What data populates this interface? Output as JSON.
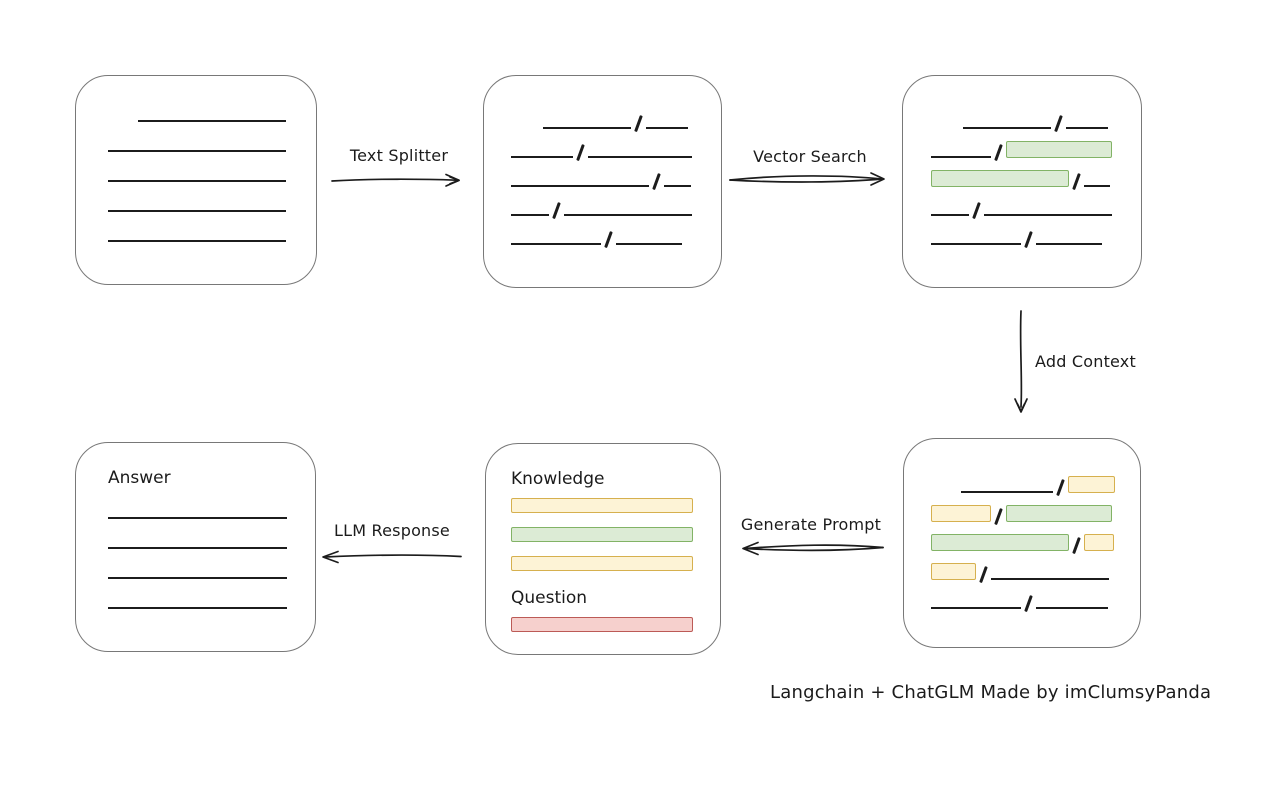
{
  "caption": "Langchain + ChatGLM Made by imClumsyPanda",
  "colors": {
    "text": "#1b1b1b",
    "line": "#1c1c1c",
    "box_border": "#787878",
    "green_fill": "#dcebd5",
    "green_stroke": "#82b366",
    "yellow_fill": "#fdf3d6",
    "yellow_stroke": "#d6b04e",
    "red_fill": "#f6d0cd",
    "red_stroke": "#bc5a56"
  },
  "arrows": {
    "text_splitter": "Text Splitter",
    "vector_search": "Vector Search",
    "add_context": "Add Context",
    "generate_prompt": "Generate Prompt",
    "llm_response": "LLM Response"
  },
  "document_box": {
    "lines": [
      {
        "indent": 30,
        "w": 148
      },
      {
        "w": 178
      },
      {
        "w": 178
      },
      {
        "w": 178
      },
      {
        "w": 178
      }
    ]
  },
  "chunks_box": {
    "rows": [
      {
        "indent": 32,
        "segs": [
          [
            "line",
            88
          ],
          [
            "slash"
          ],
          [
            "line",
            42
          ]
        ]
      },
      {
        "segs": [
          [
            "line",
            62
          ],
          [
            "slash"
          ],
          [
            "line",
            104
          ]
        ]
      },
      {
        "segs": [
          [
            "line",
            138
          ],
          [
            "slash"
          ],
          [
            "line",
            27
          ]
        ]
      },
      {
        "segs": [
          [
            "line",
            38
          ],
          [
            "slash"
          ],
          [
            "line",
            128
          ]
        ]
      },
      {
        "segs": [
          [
            "line",
            90
          ],
          [
            "slash"
          ],
          [
            "line",
            66
          ]
        ]
      }
    ]
  },
  "matched_box": {
    "rows": [
      {
        "indent": 32,
        "segs": [
          [
            "line",
            88
          ],
          [
            "slash"
          ],
          [
            "line",
            42
          ]
        ]
      },
      {
        "segs": [
          [
            "line",
            60
          ],
          [
            "slash"
          ],
          [
            "green",
            106
          ]
        ]
      },
      {
        "segs": [
          [
            "green",
            138
          ],
          [
            "slash"
          ],
          [
            "line",
            26
          ]
        ]
      },
      {
        "segs": [
          [
            "line",
            38
          ],
          [
            "slash"
          ],
          [
            "line",
            128
          ]
        ]
      },
      {
        "segs": [
          [
            "line",
            90
          ],
          [
            "slash"
          ],
          [
            "line",
            66
          ]
        ]
      }
    ]
  },
  "context_box": {
    "rows": [
      {
        "indent": 30,
        "segs": [
          [
            "line",
            92
          ],
          [
            "slash"
          ],
          [
            "yellow",
            47
          ]
        ]
      },
      {
        "segs": [
          [
            "yellow",
            60
          ],
          [
            "slash"
          ],
          [
            "green",
            106
          ]
        ]
      },
      {
        "segs": [
          [
            "green",
            138
          ],
          [
            "slash"
          ],
          [
            "yellow",
            30
          ]
        ]
      },
      {
        "segs": [
          [
            "yellow",
            45
          ],
          [
            "slash"
          ],
          [
            "line",
            118
          ]
        ]
      },
      {
        "segs": [
          [
            "line",
            90
          ],
          [
            "slash"
          ],
          [
            "line",
            72
          ]
        ]
      }
    ]
  },
  "prompt_box": {
    "sections": [
      {
        "label": "Knowledge",
        "bars": [
          "yellow",
          "green",
          "yellow"
        ]
      },
      {
        "label": "Question",
        "bars": [
          "red"
        ]
      }
    ]
  },
  "answer_box": {
    "label": "Answer",
    "lines": [
      {
        "w": 179
      },
      {
        "w": 179
      },
      {
        "w": 179
      },
      {
        "w": 179
      }
    ]
  }
}
